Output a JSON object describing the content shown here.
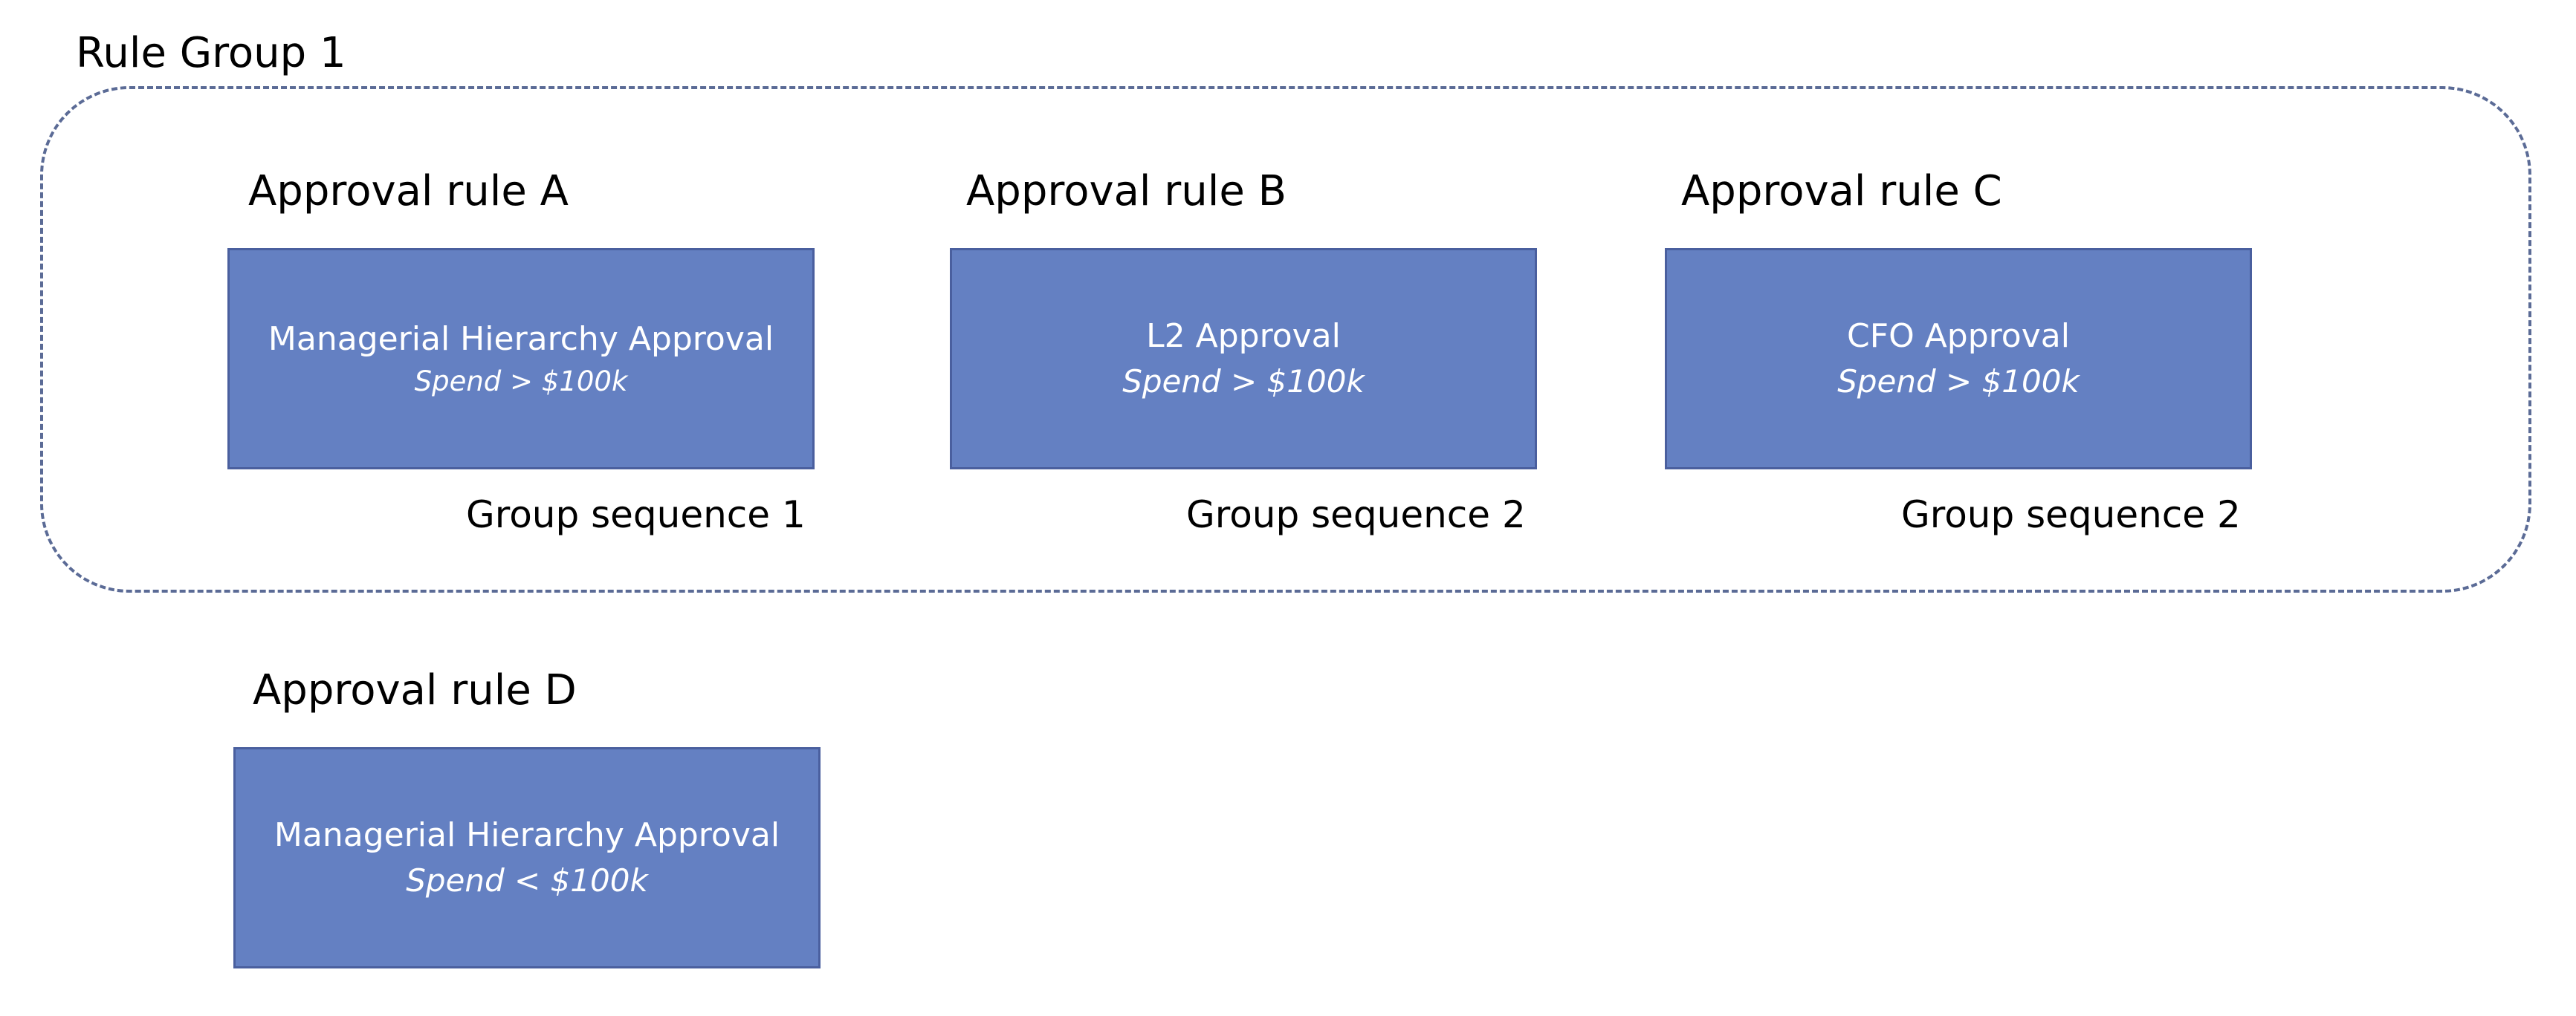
{
  "group": {
    "title": "Rule Group 1"
  },
  "rules": [
    {
      "title": "Approval rule A",
      "name": "Managerial Hierarchy Approval",
      "condition": "Spend > $100k",
      "sequence": "Group sequence 1"
    },
    {
      "title": "Approval rule B",
      "name": "L2 Approval",
      "condition": "Spend > $100k",
      "sequence": "Group sequence 2"
    },
    {
      "title": "Approval rule C",
      "name": "CFO Approval",
      "condition": "Spend > $100k",
      "sequence": "Group sequence 2"
    },
    {
      "title": "Approval rule D",
      "name": "Managerial Hierarchy Approval",
      "condition": "Spend < $100k"
    }
  ],
  "colors": {
    "box_fill": "#6480c2",
    "box_border": "#4a5f9e",
    "group_border": "#5b6b96",
    "box_text": "#ffffff"
  }
}
